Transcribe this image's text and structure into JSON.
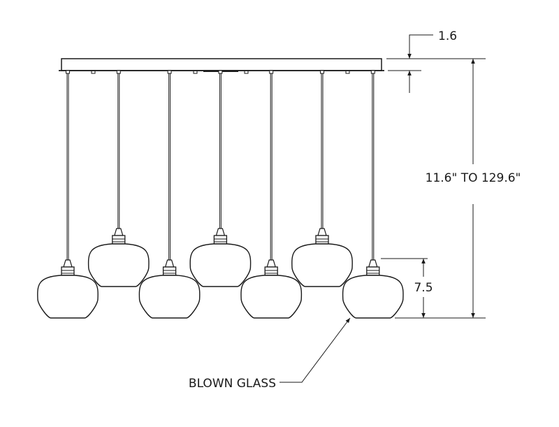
{
  "dimensions": {
    "canopy_height": "1.6",
    "overall_drop": "11.6\" TO 129.6\"",
    "shade_height": "7.5"
  },
  "callout": {
    "label": "BLOWN GLASS"
  },
  "pendant_count": 7
}
